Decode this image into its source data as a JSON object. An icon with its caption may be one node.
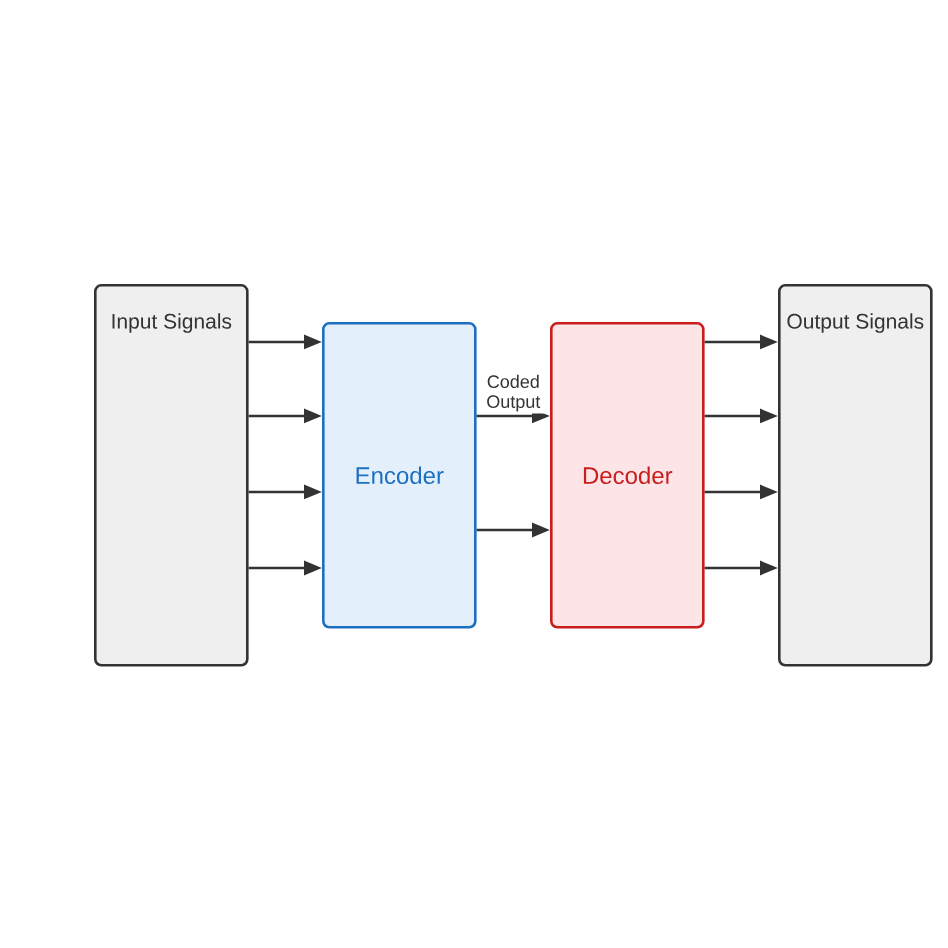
{
  "diagram": {
    "nodes": [
      {
        "text": [
          "Input Signals"
        ]
      },
      {
        "text": [
          "Encoder"
        ]
      },
      {
        "text": [
          "Decoder"
        ]
      },
      {
        "text": [
          "Output Signals"
        ]
      }
    ],
    "edges": [
      {
        "from": 0,
        "to": 1,
        "arrow": "to"
      },
      {
        "from": 0,
        "to": 1,
        "arrow": "to"
      },
      {
        "from": 0,
        "to": 1,
        "arrow": "to"
      },
      {
        "from": 0,
        "to": 1,
        "arrow": "to"
      },
      {
        "from": 1,
        "to": 2,
        "arrow": "to",
        "label": "Coded Output"
      },
      {
        "from": 1,
        "to": 2,
        "arrow": "to"
      },
      {
        "from": 2,
        "to": 3,
        "arrow": "to"
      },
      {
        "from": 2,
        "to": 3,
        "arrow": "to"
      },
      {
        "from": 2,
        "to": 3,
        "arrow": "to"
      },
      {
        "from": 2,
        "to": 3,
        "arrow": "to"
      }
    ]
  }
}
